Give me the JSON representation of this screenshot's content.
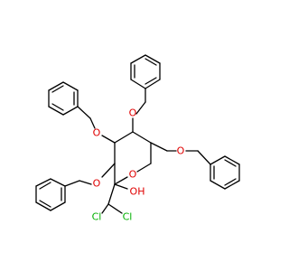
{
  "structure": {
    "colors": {
      "bond": "#000000",
      "oxygen": "#e00000",
      "chlorine": "#00b000"
    },
    "atoms": {
      "ring_oxygen": "O",
      "hydroxyl": "OH",
      "ether_top": "O",
      "ether_left_upper": "O",
      "ether_left_lower": "O",
      "ether_right": "O",
      "chlorine_1": "Cl",
      "chlorine_2": "Cl"
    }
  }
}
